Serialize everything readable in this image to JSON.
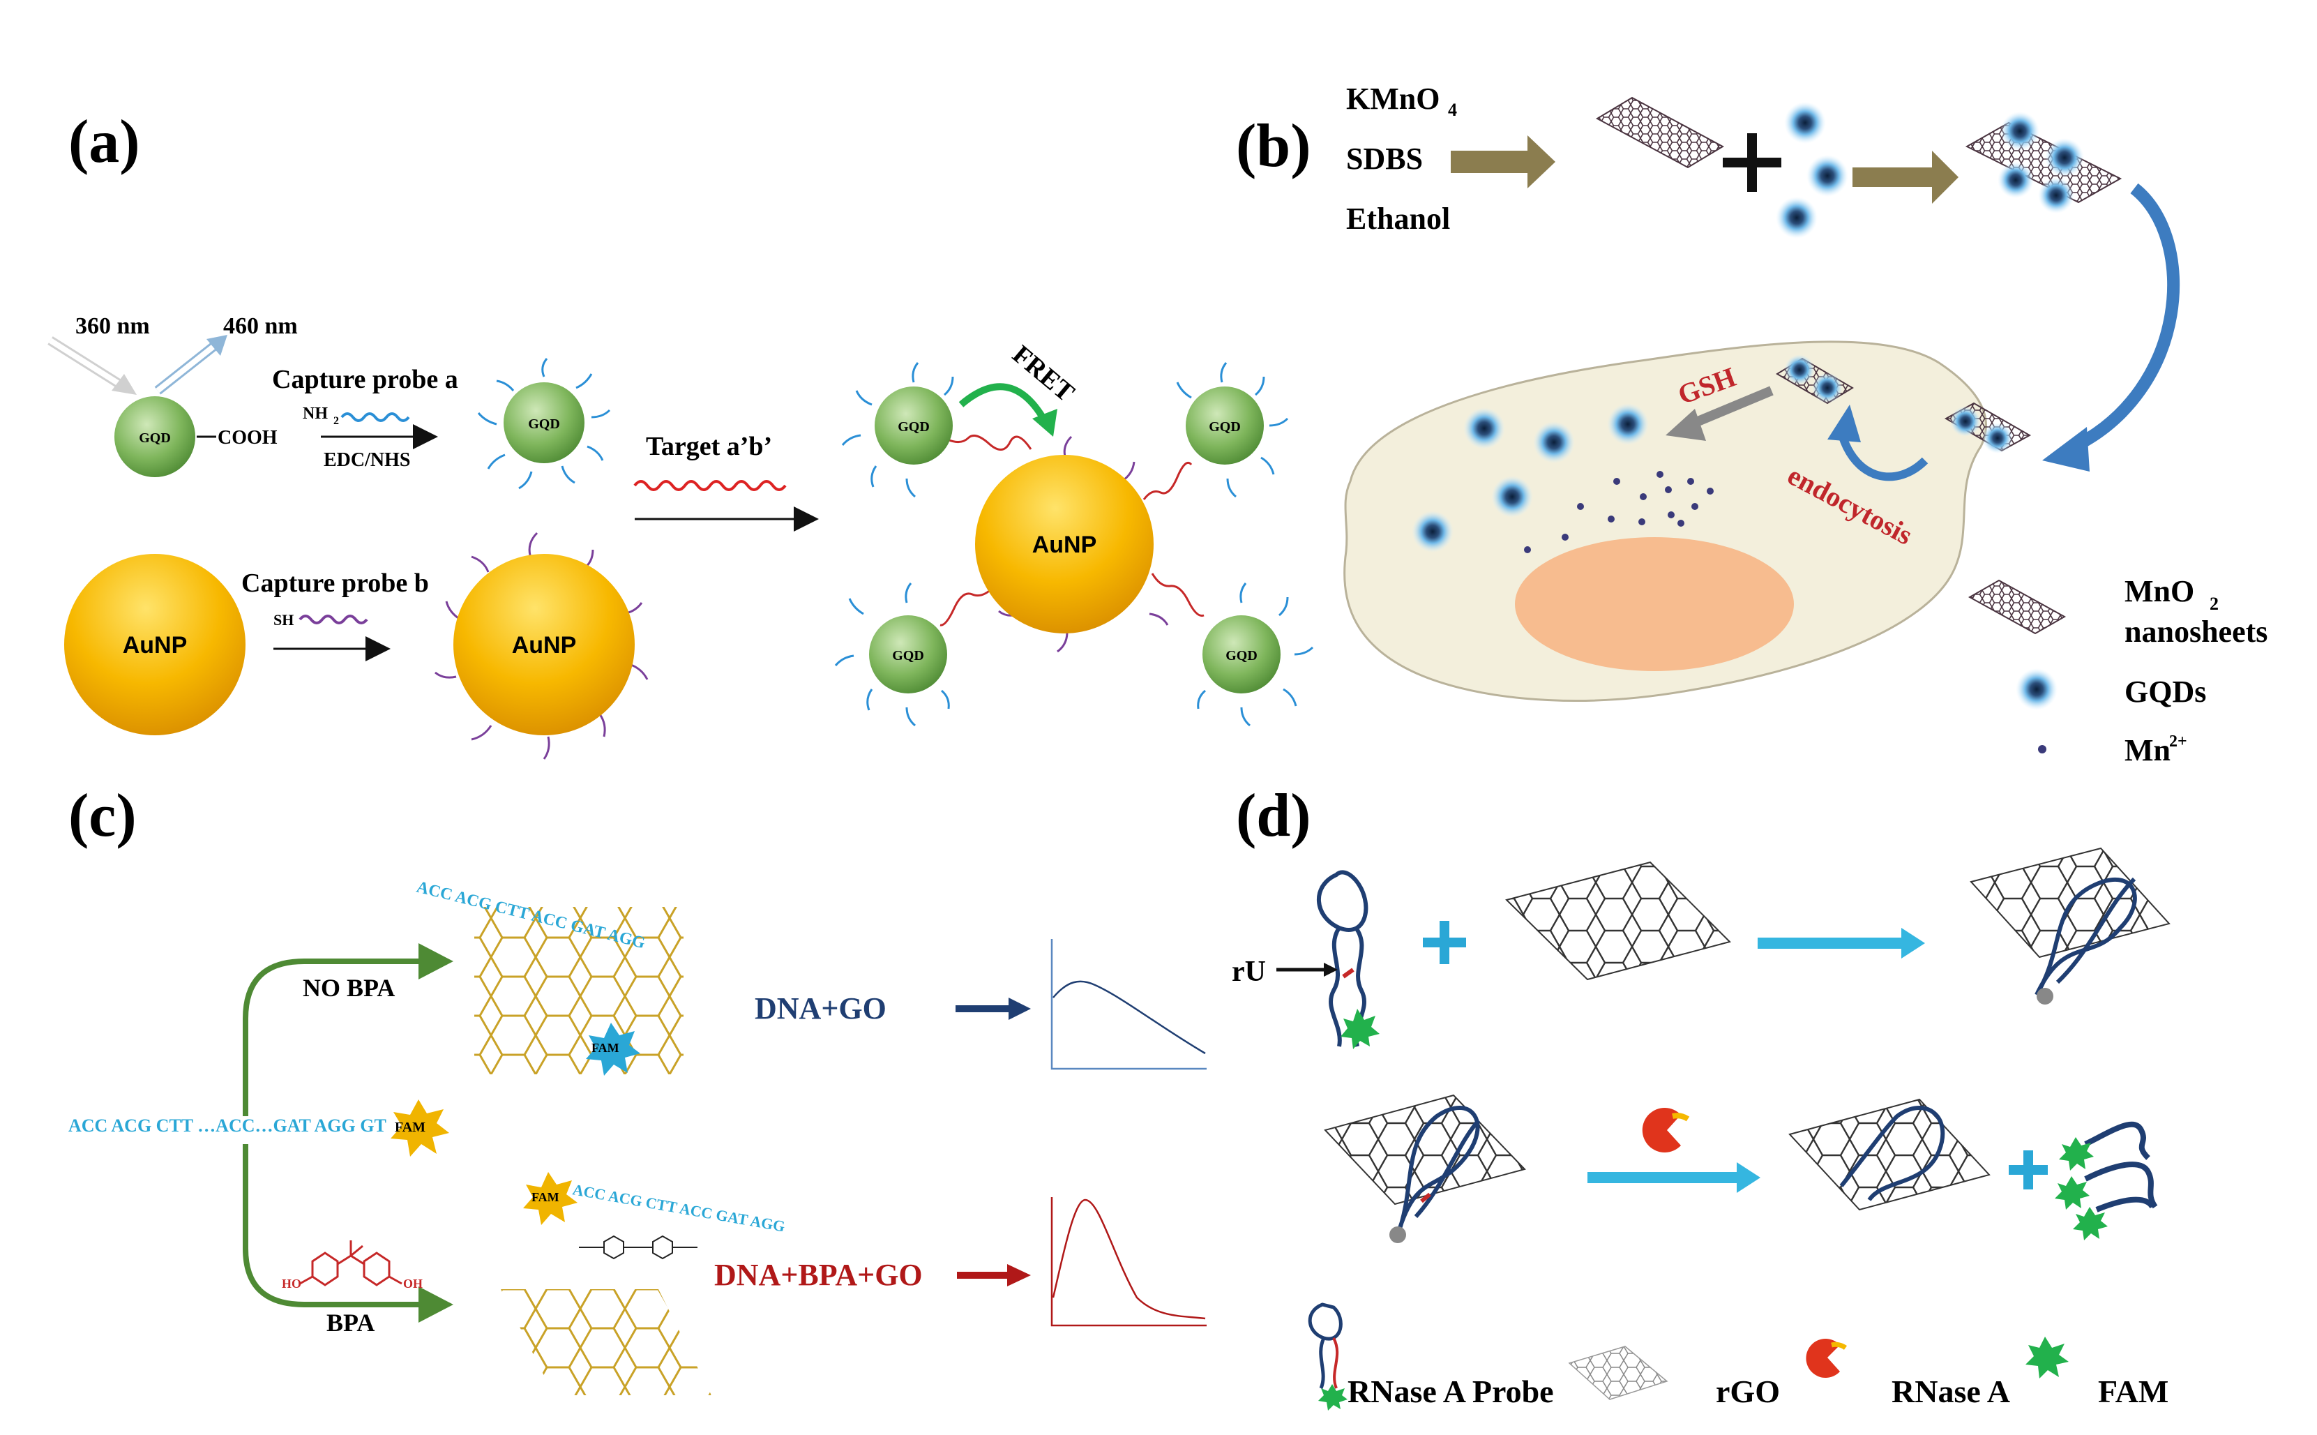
{
  "panels": {
    "a": {
      "label": "(a)",
      "wl_ex": "360 nm",
      "wl_em": "460 nm",
      "gqd": "GQD",
      "cooh": "COOH",
      "capture_a": "Capture probe a",
      "nh2": "NH",
      "nh2_sub": "2",
      "edc": "EDC/NHS",
      "capture_b": "Capture probe b",
      "sh": "SH",
      "aunp": "AuNP",
      "target": "Target a’b’",
      "fret": "FRET"
    },
    "b": {
      "label": "(b)",
      "reagents": [
        "KMnO",
        "SDBS",
        "Ethanol"
      ],
      "kmno4_sub": "4",
      "gsh": "GSH",
      "endocytosis": "endocytosis",
      "legend": {
        "mno2": "MnO",
        "mno2_sub": "2",
        "nanosheets": "nanosheets",
        "gqds": "GQDs",
        "mn": "Mn",
        "mn_sup": "2+"
      }
    },
    "c": {
      "label": "(c)",
      "seq_top": "ACC ACG CTT ACC GAT AGG",
      "seq_left": "ACC ACG CTT …ACC…GAT AGG GT",
      "seq_bottom": "ACC ACG CTT ACC GAT AGG",
      "fam": "FAM",
      "no_bpa": "NO BPA",
      "bpa": "BPA",
      "dna_go": "DNA+GO",
      "dna_bpa_go": "DNA+BPA+GO",
      "ho": "HO",
      "oh": "OH"
    },
    "d": {
      "label": "(d)",
      "ru": "rU",
      "legend": [
        "RNase A Probe",
        "rGO",
        "RNase A",
        "FAM"
      ]
    }
  },
  "colors": {
    "gqd_green": "#6aa84f",
    "aunp_gold": "#f5b800",
    "olive_arrow": "#8b7d4f",
    "blue_arrow": "#3d7cc0",
    "go_gold": "#c9a227",
    "seq_cyan": "#2aa7d6",
    "dna_go_blue": "#1f3e72",
    "dna_bpa_red": "#b01818",
    "cyan_arrow": "#35b6e0"
  }
}
